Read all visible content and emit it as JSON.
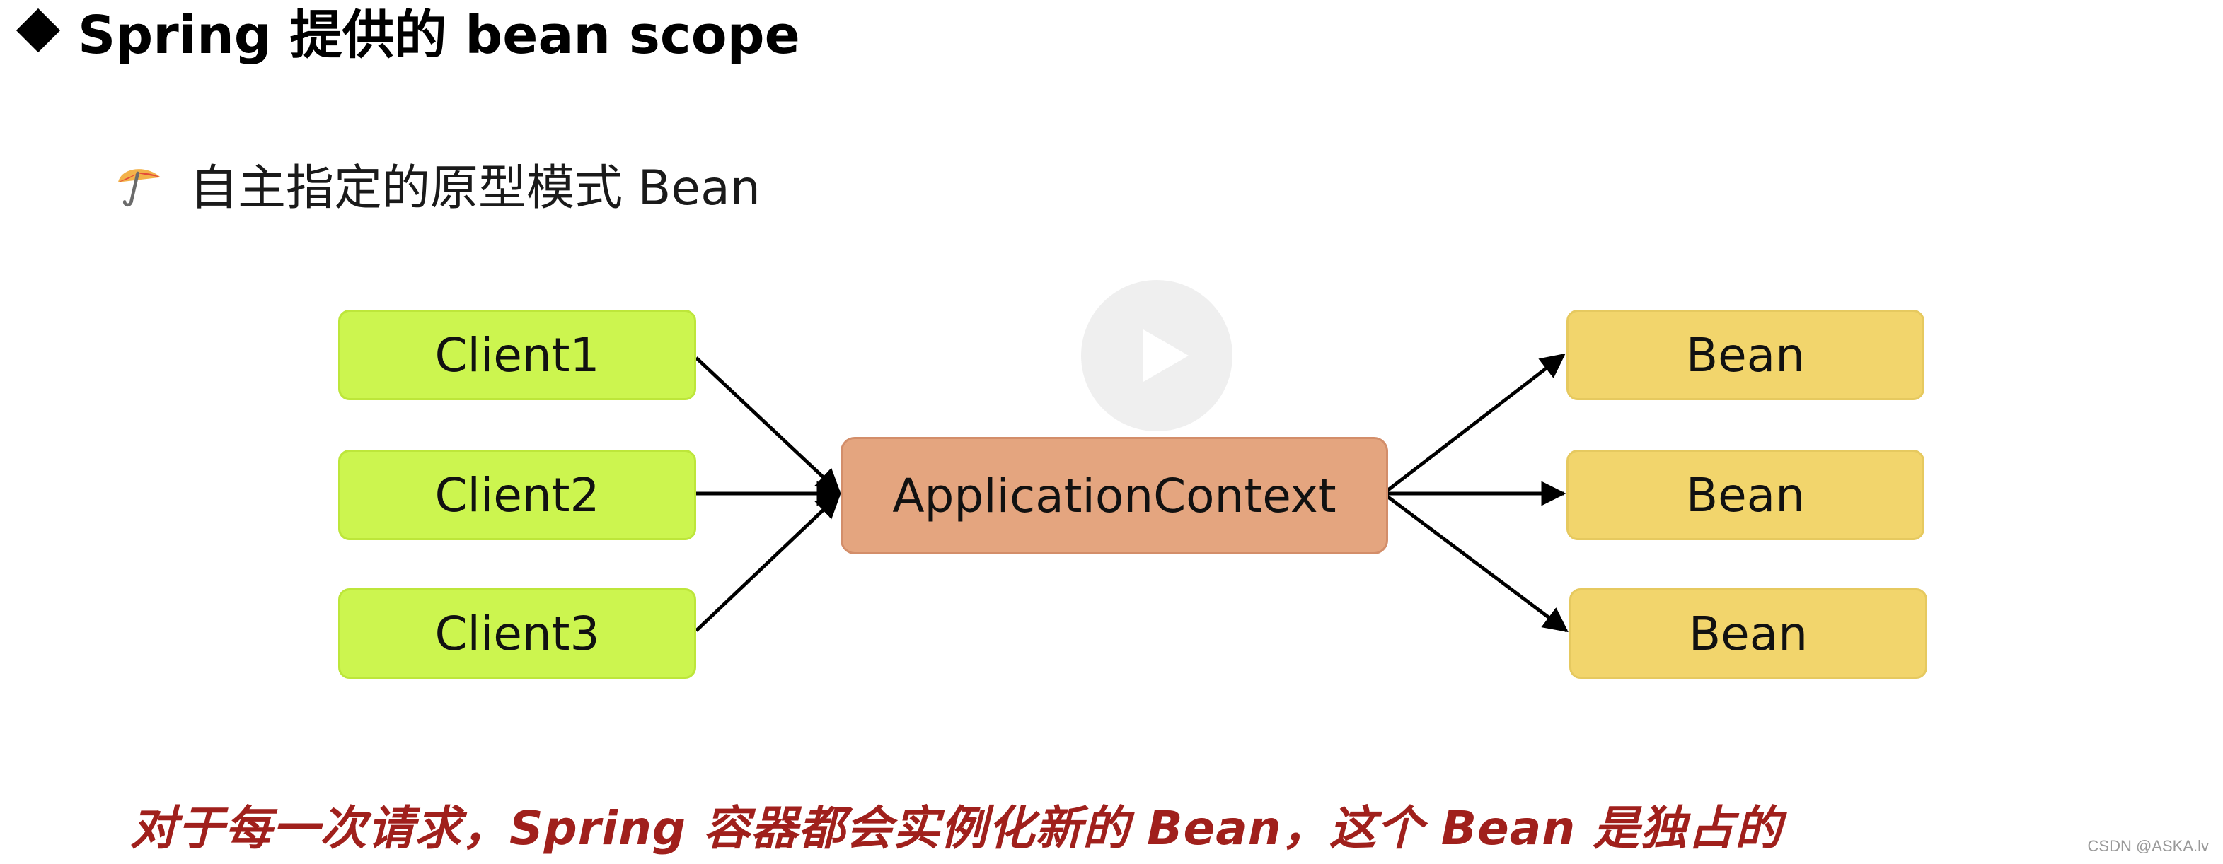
{
  "title": "Spring 提供的 bean scope",
  "subtitle": "自主指定的原型模式 Bean",
  "clients": [
    "Client1",
    "Client2",
    "Client3"
  ],
  "context": "ApplicationContext",
  "beans": [
    "Bean",
    "Bean",
    "Bean"
  ],
  "note": "对于每一次请求，Spring 容器都会实例化新的 Bean，这个 Bean 是独占的",
  "watermark": "CSDN @ASKA.lv",
  "icons": {
    "title": "diamond-bullet-icon",
    "subtitle": "umbrella-icon",
    "overlay": "play-icon"
  },
  "colors": {
    "client": "#ccf54f",
    "bean": "#f2d56c",
    "context": "#e4a57f",
    "note": "#a0201c"
  }
}
